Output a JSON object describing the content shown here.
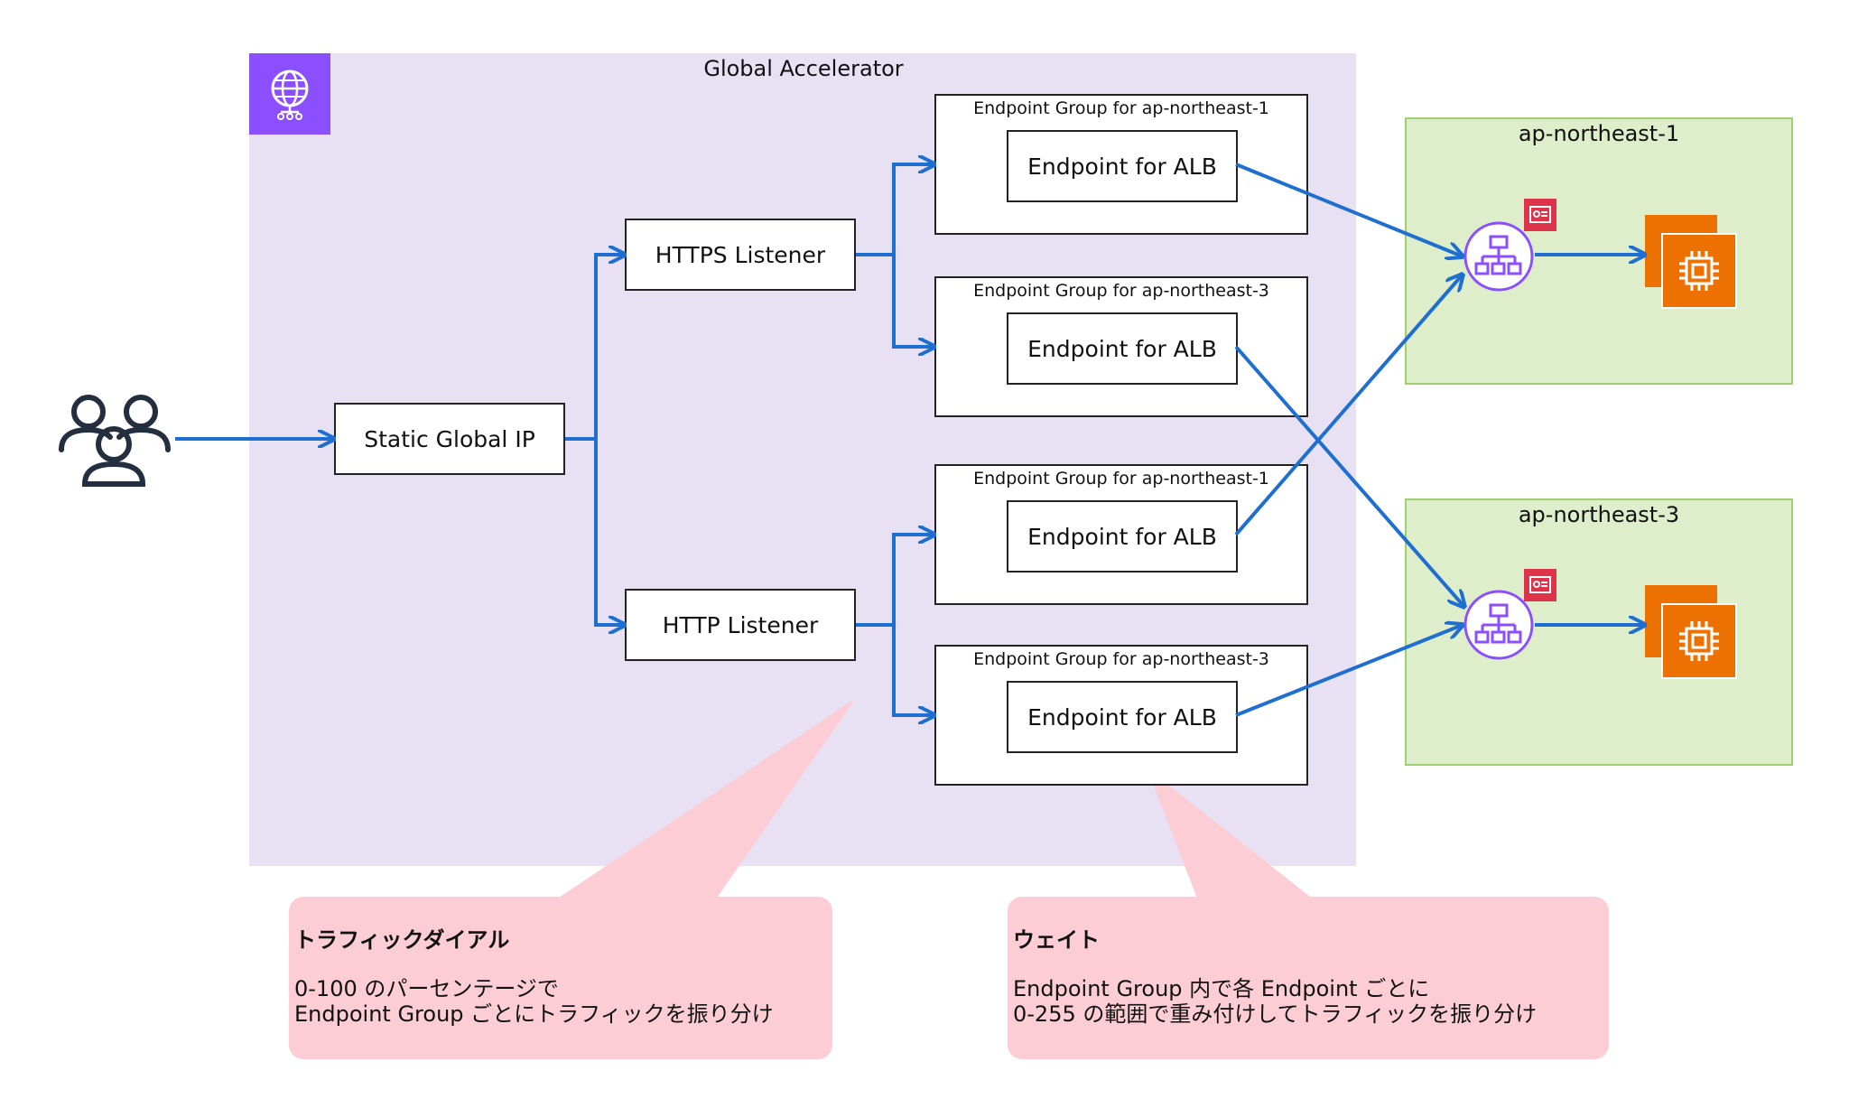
{
  "title": "Global Accelerator",
  "regions": {
    "apne1": "ap-northeast-1",
    "apne3": "ap-northeast-3"
  },
  "nodes": {
    "static_ip": "Static Global IP",
    "https_listener": "HTTPS Listener",
    "http_listener": "HTTP Listener"
  },
  "endpoint_groups": [
    {
      "title": "Endpoint Group for ap-northeast-1",
      "endpoint": "Endpoint for ALB"
    },
    {
      "title": "Endpoint Group for ap-northeast-3",
      "endpoint": "Endpoint for ALB"
    },
    {
      "title": "Endpoint Group for ap-northeast-1",
      "endpoint": "Endpoint for ALB"
    },
    {
      "title": "Endpoint Group for ap-northeast-3",
      "endpoint": "Endpoint for ALB"
    }
  ],
  "callouts": {
    "dial": {
      "title": "トラフィックダイアル",
      "line1": "0-100 のパーセンテージで",
      "line2": "Endpoint Group ごとにトラフィックを振り分け"
    },
    "weight": {
      "title": "ウェイト",
      "line1": "Endpoint Group 内で各 Endpoint ごとに",
      "line2": "0-255 の範囲で重み付けしてトラフィックを振り分け"
    }
  },
  "icons": {
    "users": "users-icon",
    "global_accelerator": "global-accelerator-icon",
    "alb": "load-balancer-icon",
    "ec2": "ec2-instances-icon",
    "certificate": "certificate-icon"
  },
  "colors": {
    "arrow": "#1f6fd1",
    "ga_background": "#e7e1f3",
    "ga_icon": "#8c4fff",
    "region_background": "#deedca",
    "region_border": "#9ed06f",
    "alb": "#8c4fff",
    "ec2": "#ed7100",
    "certificate": "#dd344c",
    "callout": "#fdcdd6"
  }
}
